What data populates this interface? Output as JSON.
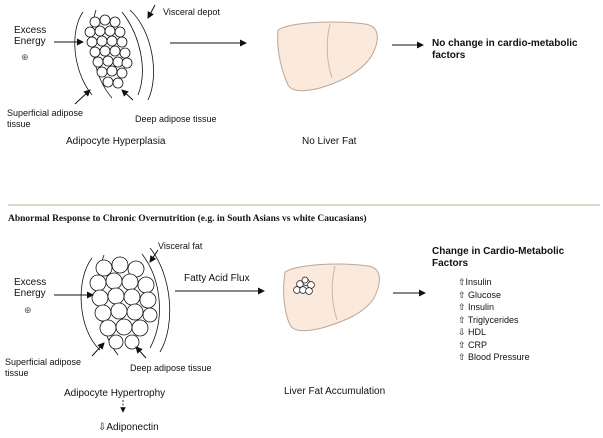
{
  "top": {
    "excess_energy_1": "Excess",
    "excess_energy_2": "Energy",
    "plus_symbol": "⊕",
    "visceral_depot": "Visceral depot",
    "superficial_1": "Superficial adipose",
    "superficial_2": "tissue",
    "deep_adipose": "Deep adipose tissue",
    "caption_left": "Adipocyte Hyperplasia",
    "caption_liver": "No Liver Fat",
    "result_1": "No change in cardio-metabolic",
    "result_2": "factors"
  },
  "divider_title": "Abnormal Response to Chronic Overnutrition (e.g. in South Asians vs white Caucasians)",
  "bottom": {
    "excess_energy_1": "Excess",
    "excess_energy_2": "Energy",
    "plus_symbol": "⊕",
    "visceral_fat": "Visceral fat",
    "fatty_acid_flux": "Fatty Acid Flux",
    "superficial_1": "Superficial adipose",
    "superficial_2": "tissue",
    "deep_adipose": "Deep adipose tissue",
    "caption_left": "Adipocyte  Hypertrophy",
    "adiponectin": "⇩Adiponectin",
    "caption_liver": "Liver Fat Accumulation",
    "result_title_1": "Change in Cardio-Metabolic",
    "result_title_2": "Factors",
    "factors": [
      "⇧Insulin",
      "⇧ Glucose",
      "⇧ Insulin",
      "⇧ Triglycerides",
      "⇩ HDL",
      "⇧ CRP",
      "⇧ Blood Pressure"
    ]
  }
}
